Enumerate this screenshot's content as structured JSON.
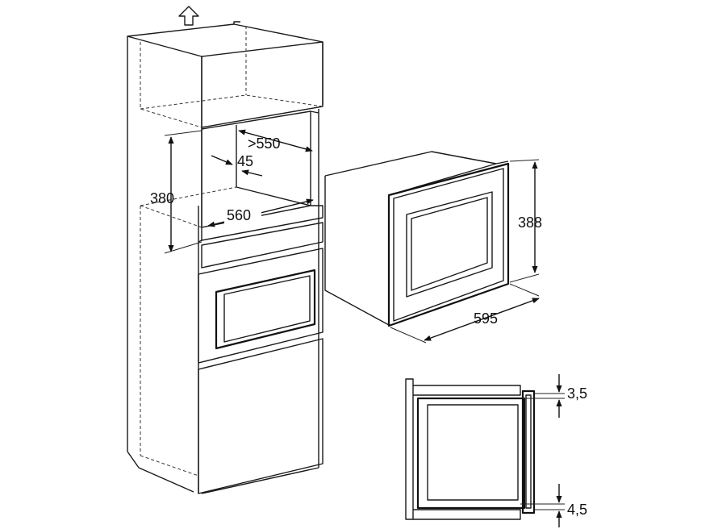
{
  "labels": {
    "depth_min": ">550",
    "offset": "45",
    "niche_height": "380",
    "niche_width": "560",
    "appliance_height": "388",
    "appliance_width": "595",
    "top_gap": "3,5",
    "bottom_gap": "4,5"
  },
  "icons": {
    "vent_arrow": "up-arrow-icon"
  },
  "colors": {
    "line": "#111111",
    "background": "#ffffff"
  }
}
